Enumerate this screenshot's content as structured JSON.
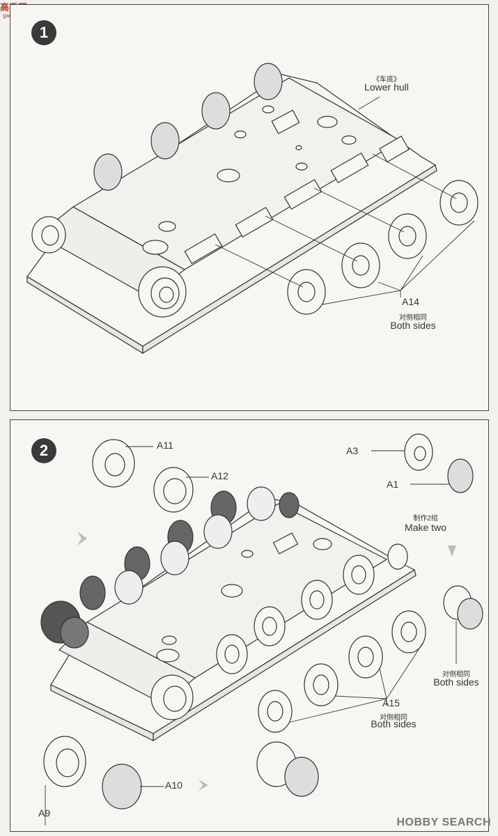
{
  "site_logo": {
    "text": "高手网",
    "subtext": "gao-shou.com"
  },
  "step1": {
    "number": "1",
    "label_lower_hull_cn": "《车底》",
    "label_lower_hull_en": "Lower hull",
    "part_a14": "A14",
    "both_sides_cn": "对侧相同",
    "both_sides_en": "Both sides"
  },
  "step2": {
    "number": "2",
    "part_a11": "A11",
    "part_a12": "A12",
    "part_a3": "A3",
    "part_a1": "A1",
    "make_two_cn": "制作2组",
    "make_two_en": "Make two",
    "right_both_sides_cn": "对侧相同",
    "right_both_sides_en": "Both sides",
    "part_a15": "A15",
    "a15_both_sides_cn": "对侧相同",
    "a15_both_sides_en": "Both sides",
    "part_a9": "A9",
    "part_a10": "A10"
  },
  "watermark": "HOBBY SEARCH",
  "colors": {
    "line": "#333333",
    "paper": "#f7f6f3",
    "dark_part": "#555555"
  }
}
